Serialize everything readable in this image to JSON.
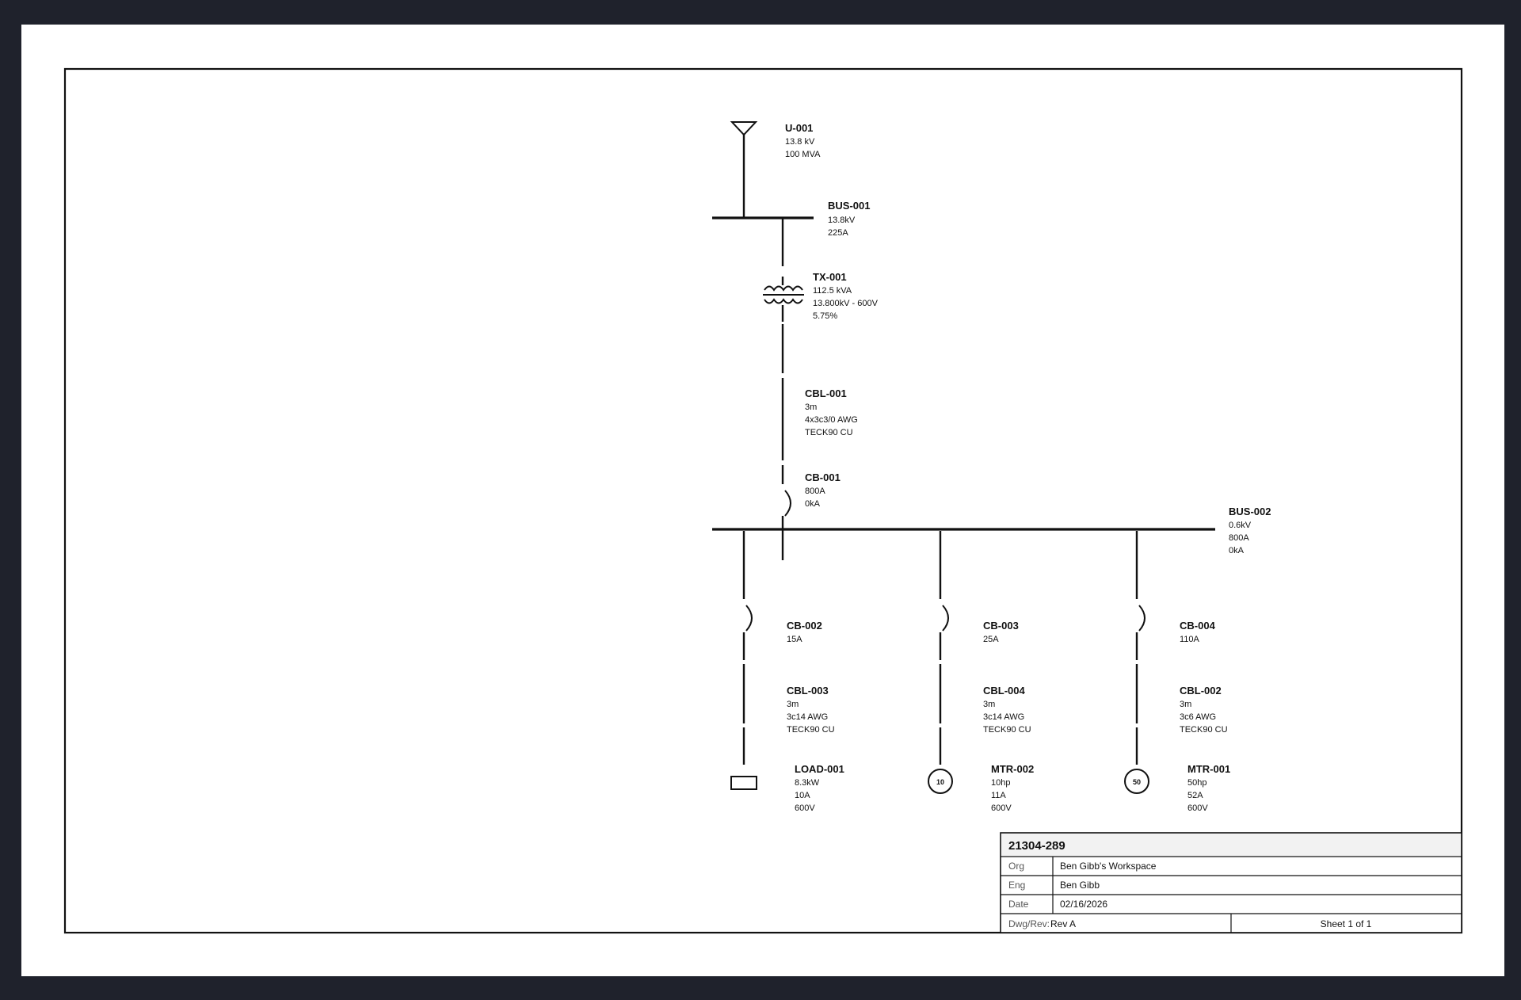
{
  "elements": {
    "utility": {
      "name": "U-001",
      "lines": [
        "13.8 kV",
        "100 MVA"
      ]
    },
    "bus1": {
      "name": "BUS-001",
      "lines": [
        "13.8kV",
        "225A"
      ]
    },
    "transformer": {
      "name": "TX-001",
      "lines": [
        "112.5 kVA",
        "13.800kV - 600V",
        "5.75%"
      ]
    },
    "cable1": {
      "name": "CBL-001",
      "lines": [
        "3m",
        "4x3c3/0 AWG",
        "TECK90 CU"
      ]
    },
    "breaker1": {
      "name": "CB-001",
      "lines": [
        "800A",
        "0kA"
      ]
    },
    "bus2": {
      "name": "BUS-002",
      "lines": [
        "0.6kV",
        "800A",
        "0kA"
      ]
    },
    "branches": [
      {
        "breaker": {
          "name": "CB-002",
          "lines": [
            "15A"
          ]
        },
        "cable": {
          "name": "CBL-003",
          "lines": [
            "3m",
            "3c14 AWG",
            "TECK90 CU"
          ]
        },
        "load": {
          "name": "LOAD-001",
          "type": "load",
          "symbol_text": "",
          "lines": [
            "8.3kW",
            "10A",
            "600V"
          ]
        }
      },
      {
        "breaker": {
          "name": "CB-003",
          "lines": [
            "25A"
          ]
        },
        "cable": {
          "name": "CBL-004",
          "lines": [
            "3m",
            "3c14 AWG",
            "TECK90 CU"
          ]
        },
        "load": {
          "name": "MTR-002",
          "type": "motor",
          "symbol_text": "10",
          "lines": [
            "10hp",
            "11A",
            "600V"
          ]
        }
      },
      {
        "breaker": {
          "name": "CB-004",
          "lines": [
            "110A"
          ]
        },
        "cable": {
          "name": "CBL-002",
          "lines": [
            "3m",
            "3c6 AWG",
            "TECK90 CU"
          ]
        },
        "load": {
          "name": "MTR-001",
          "type": "motor",
          "symbol_text": "50",
          "lines": [
            "50hp",
            "52A",
            "600V"
          ]
        }
      }
    ]
  },
  "title_block": {
    "project": "21304-289",
    "org_label": "Org",
    "org_value": "Ben Gibb's Workspace",
    "eng_label": "Eng",
    "eng_value": "Ben Gibb",
    "date_label": "Date",
    "date_value": "02/16/2026",
    "dwg_label": "Dwg/Rev:",
    "dwg_value": "Rev A",
    "sheet": "Sheet 1 of 1"
  }
}
